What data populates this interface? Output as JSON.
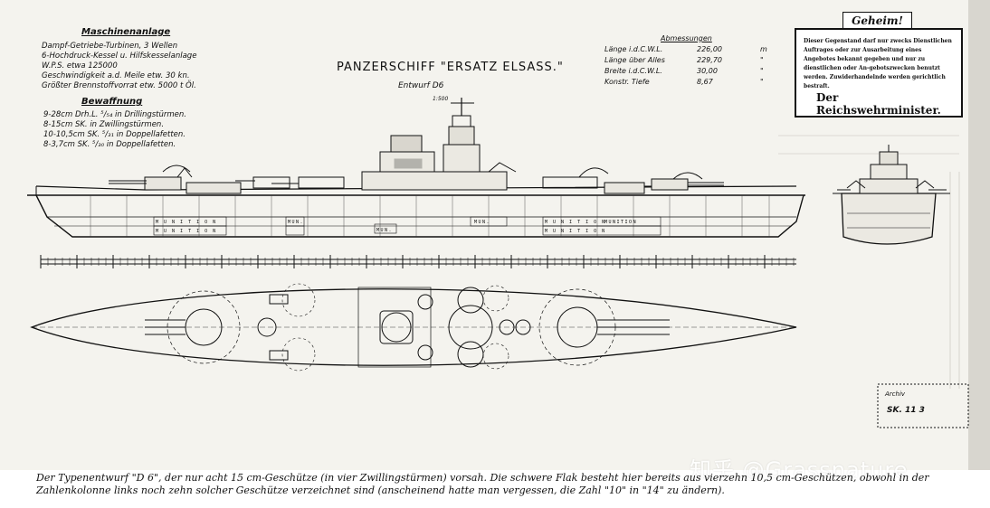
{
  "machinery": {
    "heading": "Maschinenanlage",
    "lines": [
      "Dampf-Getriebe-Turbinen, 3 Wellen",
      "6-Hochdruck-Kessel u. Hilfskesselanlage",
      "W.P.S.        etwa 125000",
      "Geschwindigkeit a.d. Meile etw. 30 kn.",
      "Größter Brennstoffvorrat etw. 5000 t Öl."
    ]
  },
  "armament": {
    "heading": "Bewaffnung",
    "lines": [
      "9-28cm Drh.L. ⁵/₅₄ in Drillingstürmen.",
      "8-15cm SK. in Zwillingstürmen.",
      "10-10,5cm SK. ⁵/₃₁ in Doppellafetten.",
      "8-3,7cm SK. ⁵/₃₀ in Doppellafetten."
    ]
  },
  "dimensions": {
    "heading": "Abmessungen",
    "rows": [
      {
        "label": "Länge i.d.C.W.L.",
        "value": "226,00",
        "unit": "m"
      },
      {
        "label": "Länge über Alles",
        "value": "229,70",
        "unit": "\""
      },
      {
        "label": "Breite i.d.C.W.L.",
        "value": "30,00",
        "unit": "\""
      },
      {
        "label": "Konstr. Tiefe",
        "value": "8,67",
        "unit": "\""
      }
    ]
  },
  "title": "PANZERSCHIFF \"ERSATZ ELSASS.\"",
  "subtitle": "Entwurf D6",
  "scale": "1:500",
  "secret": {
    "tag": "Geheim!",
    "text": "Dieser Gegenstand darf nur zwecks Dienstlichen Auftrages oder zur Ausarbeitung eines Angebotes bekannt gegeben und nur zu dienstlichen oder An-gebotszwecken benutzt werden. Zuwiderhandelnde werden gerichtlich bestraft.",
    "signature": "Der Reichswehrminister."
  },
  "hull_labels": {
    "munition": "M U N I T I O N",
    "mun": "MUN.",
    "munition_short": "MUNITION"
  },
  "stamp": {
    "archive": "Archiv",
    "number": "SK. 11 3"
  },
  "caption": "Der Typenentwurf \"D 6\", der nur acht 15 cm-Geschütze (in vier Zwillingstürmen) vorsah. Die schwere Flak besteht hier bereits aus vierzehn 10,5 cm-Geschützen, obwohl in der Zahlenkolonne links noch zehn solcher Geschütze verzeichnet sind (anscheinend hatte man vergessen, die Zahl \"10\" in \"14\" zu ändern).",
  "watermark": "知乎 @Grassnature"
}
